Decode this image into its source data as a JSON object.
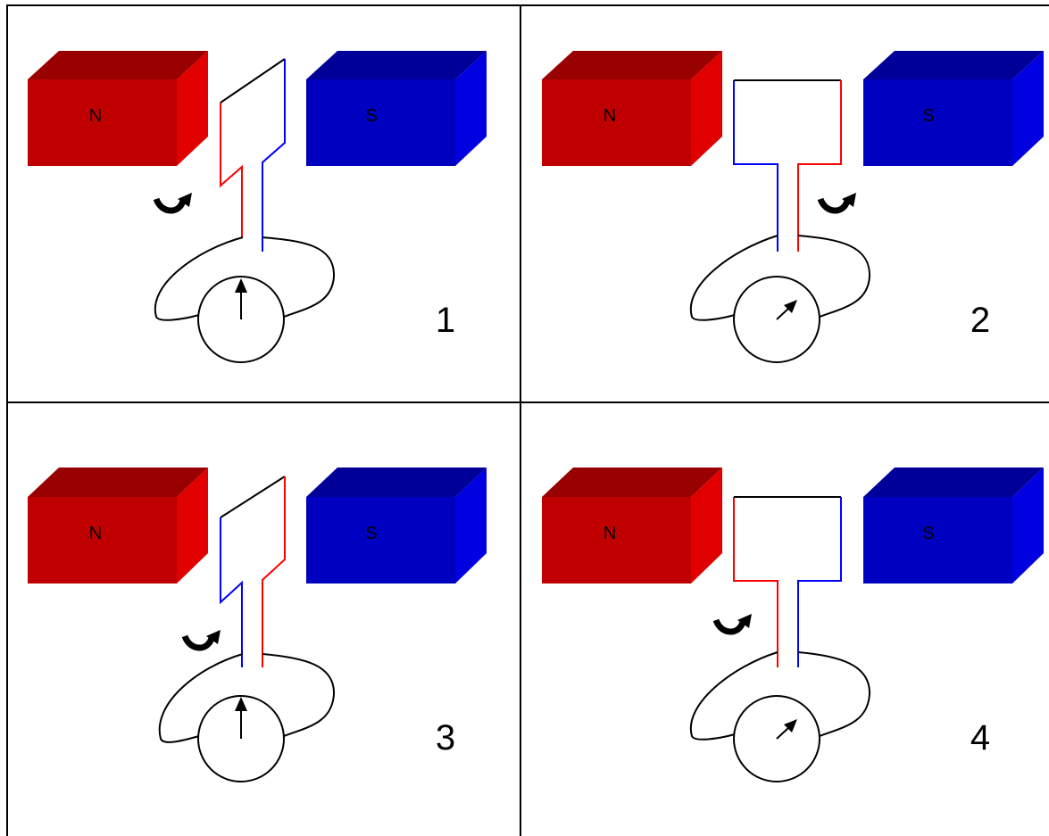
{
  "colors": {
    "north_front": "#c00000",
    "north_top": "#990000",
    "north_side": "#e00000",
    "south_front": "#0000c0",
    "south_top": "#000099",
    "south_side": "#0000e0",
    "wire_red": "#ff0000",
    "wire_blue": "#0000ff",
    "wire_black": "#000000",
    "grid_lines": "#000000"
  },
  "panels": [
    {
      "number": "1",
      "north_label": "N",
      "south_label": "S",
      "coil_view": "edge-on",
      "left_lead_color": "red",
      "right_lead_color": "blue",
      "rotation_arrow_icon": "rotate-arrow-icon",
      "meter_needle": "vertical"
    },
    {
      "number": "2",
      "north_label": "N",
      "south_label": "S",
      "coil_view": "face-on",
      "left_lead_color": "blue",
      "right_lead_color": "red",
      "rotation_arrow_icon": "rotate-arrow-icon",
      "meter_needle": "deflected"
    },
    {
      "number": "3",
      "north_label": "N",
      "south_label": "S",
      "coil_view": "edge-on",
      "left_lead_color": "blue",
      "right_lead_color": "red",
      "rotation_arrow_icon": "rotate-arrow-icon",
      "meter_needle": "vertical"
    },
    {
      "number": "4",
      "north_label": "N",
      "south_label": "S",
      "coil_view": "face-on",
      "left_lead_color": "red",
      "right_lead_color": "blue",
      "rotation_arrow_icon": "rotate-arrow-icon",
      "meter_needle": "deflected"
    }
  ]
}
